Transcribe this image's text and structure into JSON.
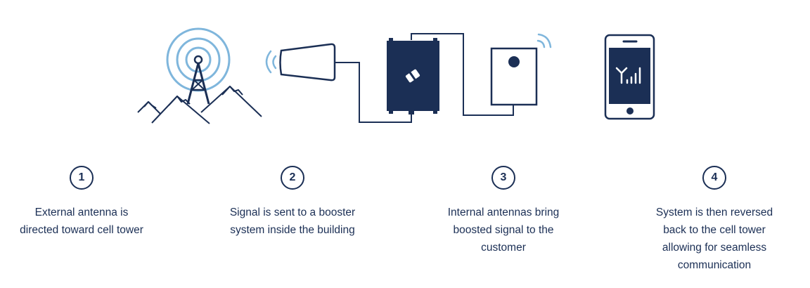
{
  "colors": {
    "navy": "#1b2f55",
    "light_blue": "#7fb6dc",
    "white": "#ffffff"
  },
  "icons": [
    "cell-tower-icon",
    "mountains-icon",
    "external-antenna-icon",
    "booster-unit-icon",
    "internal-antenna-icon",
    "smartphone-icon",
    "signal-waves-icon"
  ],
  "steps": [
    {
      "number": "1",
      "lines": [
        "External antenna is",
        "directed toward cell tower"
      ]
    },
    {
      "number": "2",
      "lines": [
        "Signal is sent to a booster",
        "system inside the building"
      ]
    },
    {
      "number": "3",
      "lines": [
        "Internal antennas bring",
        "boosted signal to the",
        "customer"
      ]
    },
    {
      "number": "4",
      "lines": [
        "System is then reversed",
        "back to the cell tower",
        "allowing for seamless",
        "communication"
      ]
    }
  ]
}
